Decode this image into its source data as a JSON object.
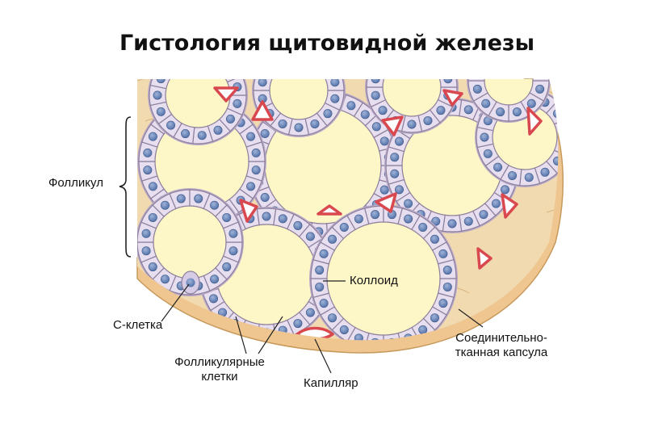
{
  "title": "Гистология щитовидной железы",
  "labels": {
    "follicle": "Фолликул",
    "colloid": "Коллоид",
    "c_cell": "С-клетка",
    "follicular_cells_line1": "Фолликулярные",
    "follicular_cells_line2": "клетки",
    "capillary": "Капилляр",
    "capsule_line1": "Соединительно-",
    "capsule_line2": "тканная капсула"
  },
  "colors": {
    "colloid": "#fdf7c8",
    "cell_fill": "#e7dff0",
    "cell_border": "#8d7f9c",
    "nucleus": "#6b87b8",
    "stroma": "#f1d9b0",
    "capsule": "#f0cc96",
    "capillary": "#d9484f"
  }
}
